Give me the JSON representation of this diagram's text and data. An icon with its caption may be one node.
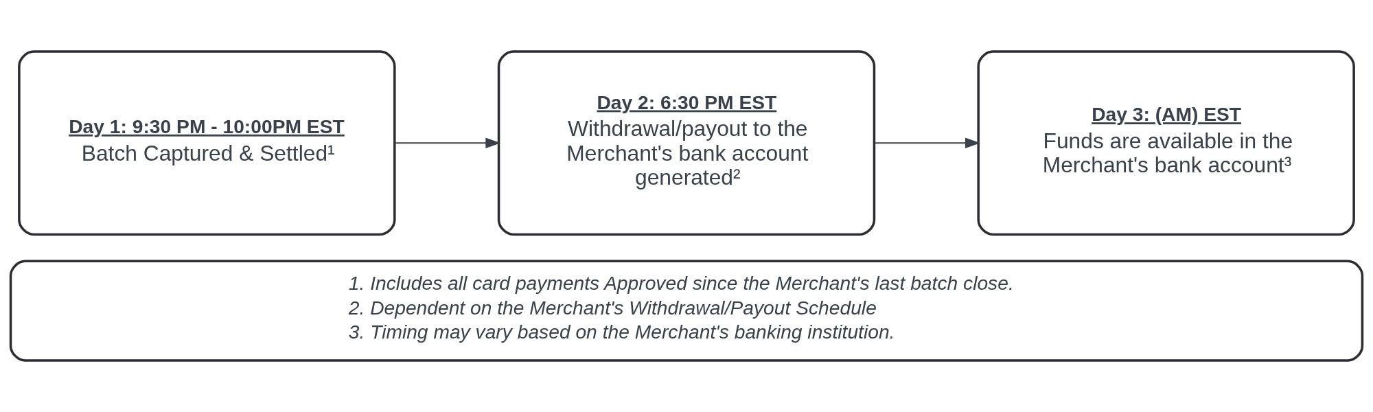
{
  "diagram": {
    "nodes": [
      {
        "text": [
          "Day 1: 9:30 PM - 10:00PM EST",
          "Batch Captured & Settled¹"
        ]
      },
      {
        "text": [
          "Day 2: 6:30 PM EST",
          "Withdrawal/payout to the Merchant's bank account generated²"
        ]
      },
      {
        "text": [
          "Day 3: (AM) EST",
          "Funds are available in the Merchant's bank account³"
        ]
      },
      {
        "text": [
          "1. Includes all card payments Approved since the Merchant's last batch close.",
          "2. Dependent on the Merchant's Withdrawal/Payout Schedule",
          "3. Timing may vary based on the Merchant's banking institution."
        ]
      }
    ],
    "edges": [
      {
        "from": 0,
        "to": 1,
        "arrow": "to"
      },
      {
        "from": 1,
        "to": 2,
        "arrow": "to"
      }
    ]
  }
}
